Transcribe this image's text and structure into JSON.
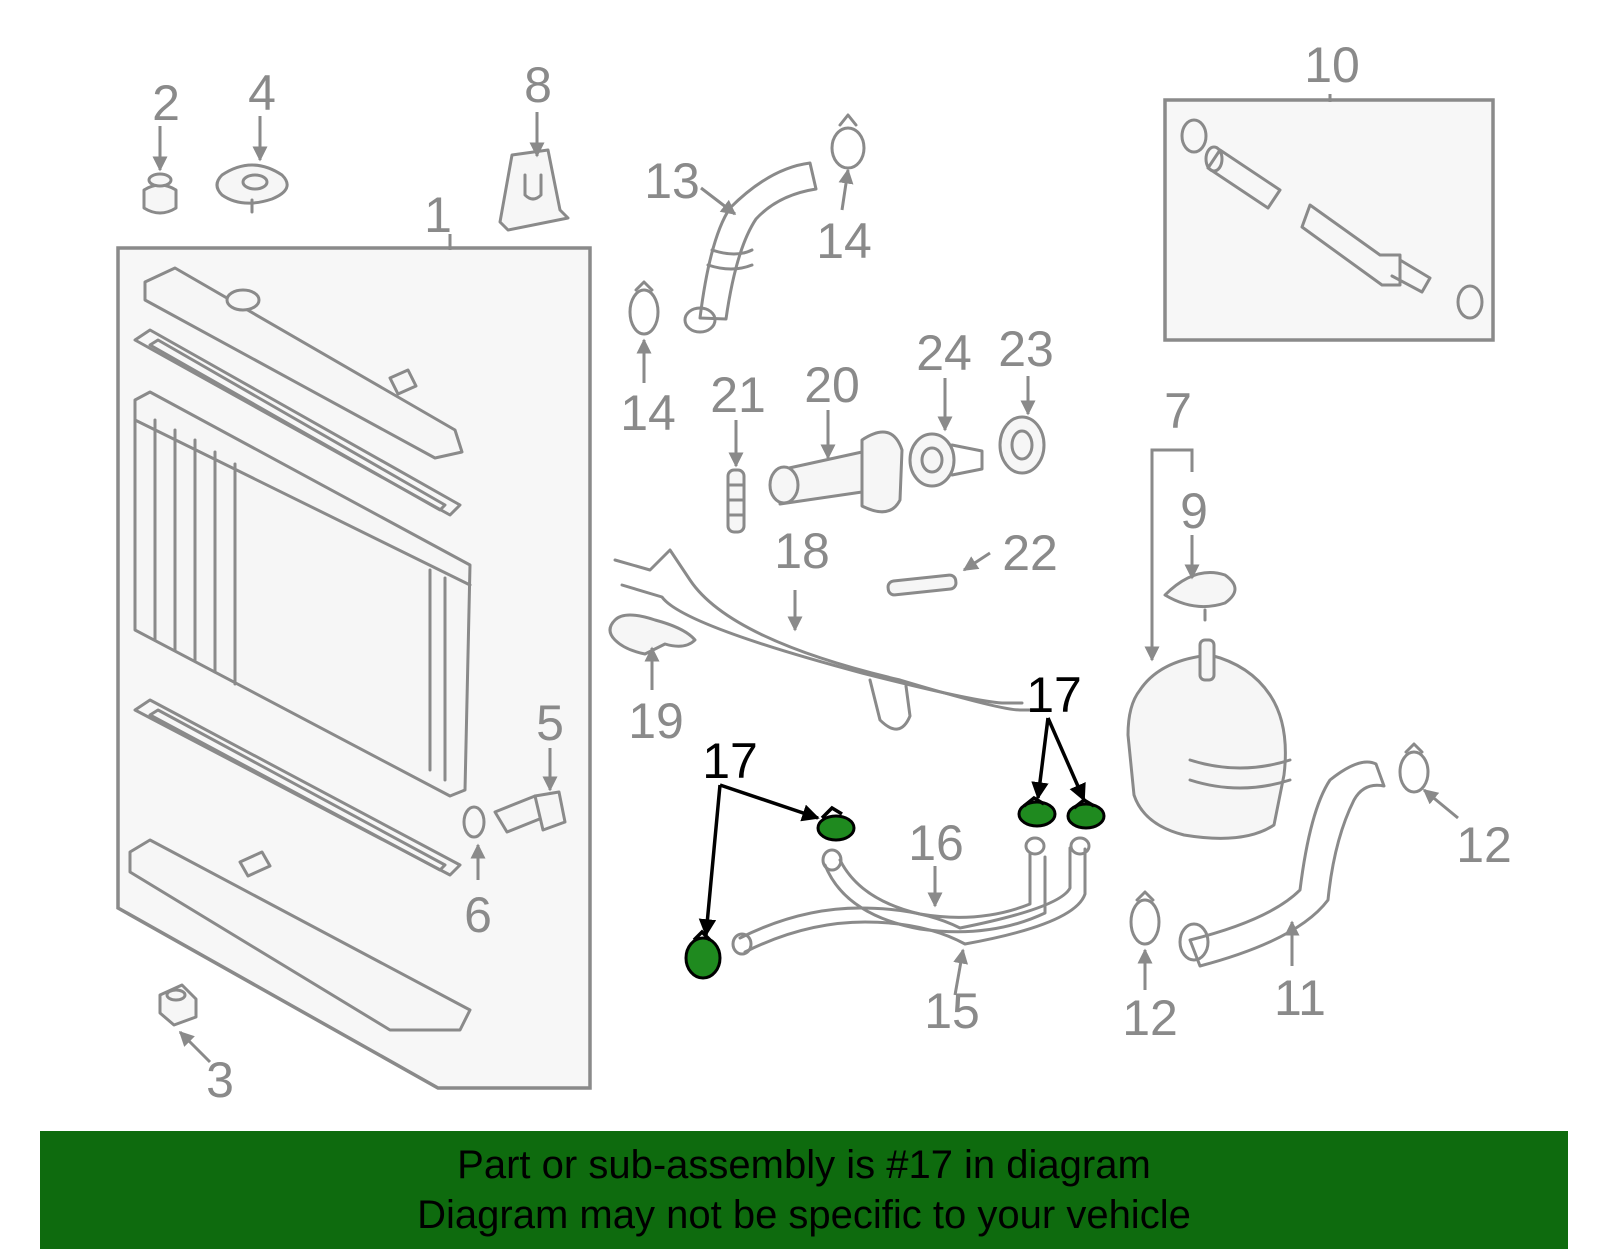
{
  "diagram": {
    "callouts": [
      "1",
      "2",
      "3",
      "4",
      "5",
      "6",
      "7",
      "8",
      "9",
      "10",
      "11",
      "12",
      "12",
      "13",
      "14",
      "14",
      "15",
      "16",
      "17",
      "17",
      "18",
      "19",
      "20",
      "21",
      "22",
      "23",
      "24"
    ],
    "highlighted_part": "17"
  },
  "footer": {
    "line1": "Part or sub-assembly is #17 in diagram",
    "line2": "Diagram may not be specific to your vehicle"
  },
  "colors": {
    "footer_bg": "#0e6b0e",
    "highlight": "#1f8a1f",
    "line_art": "#8a8a8a"
  }
}
